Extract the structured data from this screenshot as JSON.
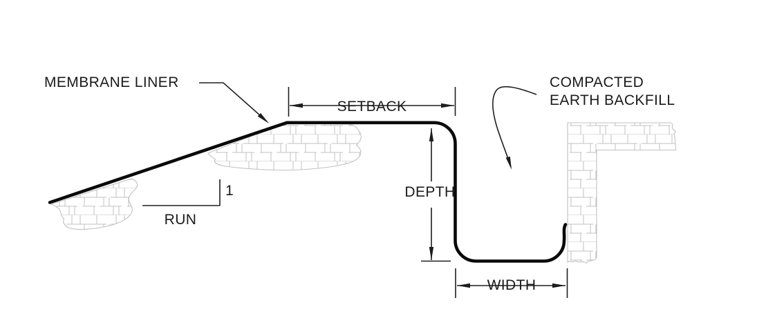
{
  "diagram": {
    "callouts": {
      "membrane_liner": "MEMBRANE LINER",
      "compacted_earth_line1": "COMPACTED",
      "compacted_earth_line2": "EARTH BACKFILL"
    },
    "dimensions": {
      "setback": "SETBACK",
      "depth": "DEPTH",
      "width": "WIDTH"
    },
    "slope": {
      "rise": "1",
      "run": "RUN"
    }
  },
  "colors": {
    "background": "#ffffff",
    "line": "#1d1d1d",
    "liner": "#0a0a0a",
    "hatch": "#c1c1c1",
    "text": "#1b1b1b"
  }
}
